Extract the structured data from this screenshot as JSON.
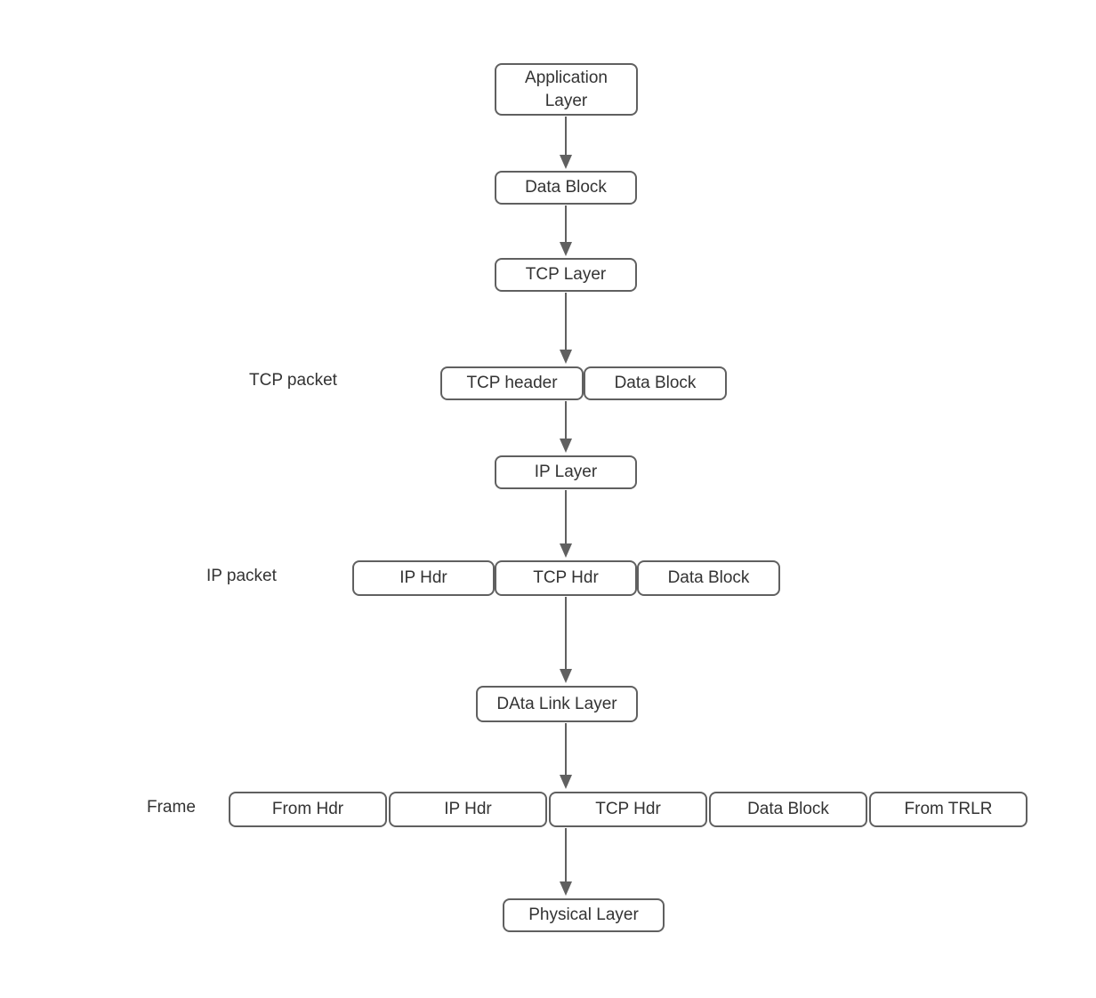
{
  "diagram": {
    "title_semantic": "TCP/IP encapsulation flow",
    "nodes": {
      "application_layer": {
        "label": "Application Layer"
      },
      "data_block_app": {
        "label": "Data Block"
      },
      "tcp_layer": {
        "label": "TCP Layer"
      },
      "tcp_header": {
        "label": "TCP header"
      },
      "data_block_tcp": {
        "label": "Data Block"
      },
      "ip_layer": {
        "label": "IP Layer"
      },
      "ip_hdr": {
        "label": "IP Hdr"
      },
      "tcp_hdr": {
        "label": "TCP Hdr"
      },
      "data_block_ip": {
        "label": "Data Block"
      },
      "data_link_layer": {
        "label": "DAta Link Layer"
      },
      "from_hdr": {
        "label": "From Hdr"
      },
      "ip_hdr_frame": {
        "label": "IP Hdr"
      },
      "tcp_hdr_frame": {
        "label": "TCP Hdr"
      },
      "data_block_frame": {
        "label": "Data Block"
      },
      "from_trlr": {
        "label": "From TRLR"
      },
      "physical_layer": {
        "label": "Physical Layer"
      }
    },
    "row_labels": {
      "tcp_packet": "TCP packet",
      "ip_packet": "IP packet",
      "frame": "Frame"
    },
    "colors": {
      "box_border": "#606060",
      "box_fill": "#ffffff",
      "text": "#333333",
      "arrow": "#606060",
      "background": "#ffffff"
    }
  }
}
